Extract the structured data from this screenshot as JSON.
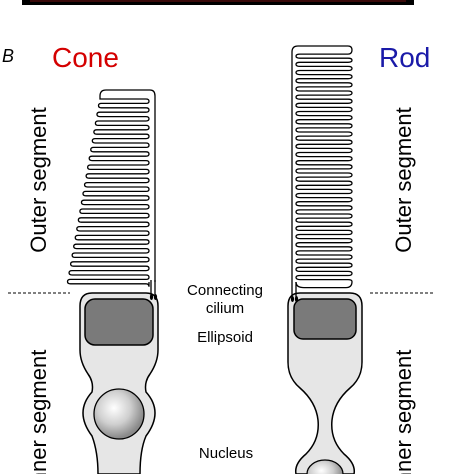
{
  "panel_label": "B",
  "cone": {
    "title": "Cone",
    "color": "#d40000"
  },
  "rod": {
    "title": "Rod",
    "color": "#1a1aa8"
  },
  "side_labels": {
    "outer_segment": "Outer segment",
    "inner_segment": "Inner segment"
  },
  "center_labels": {
    "connecting": "Connecting",
    "cilium": "cilium",
    "ellipsoid": "Ellipsoid",
    "nucleus": "Nucleus"
  },
  "colors": {
    "cell_fill": "#e6e6e6",
    "ellipsoid_fill": "#7a7a7a",
    "outline": "#000000",
    "top_bar": "#000000",
    "top_bar_inner": "#3a0a0a"
  }
}
